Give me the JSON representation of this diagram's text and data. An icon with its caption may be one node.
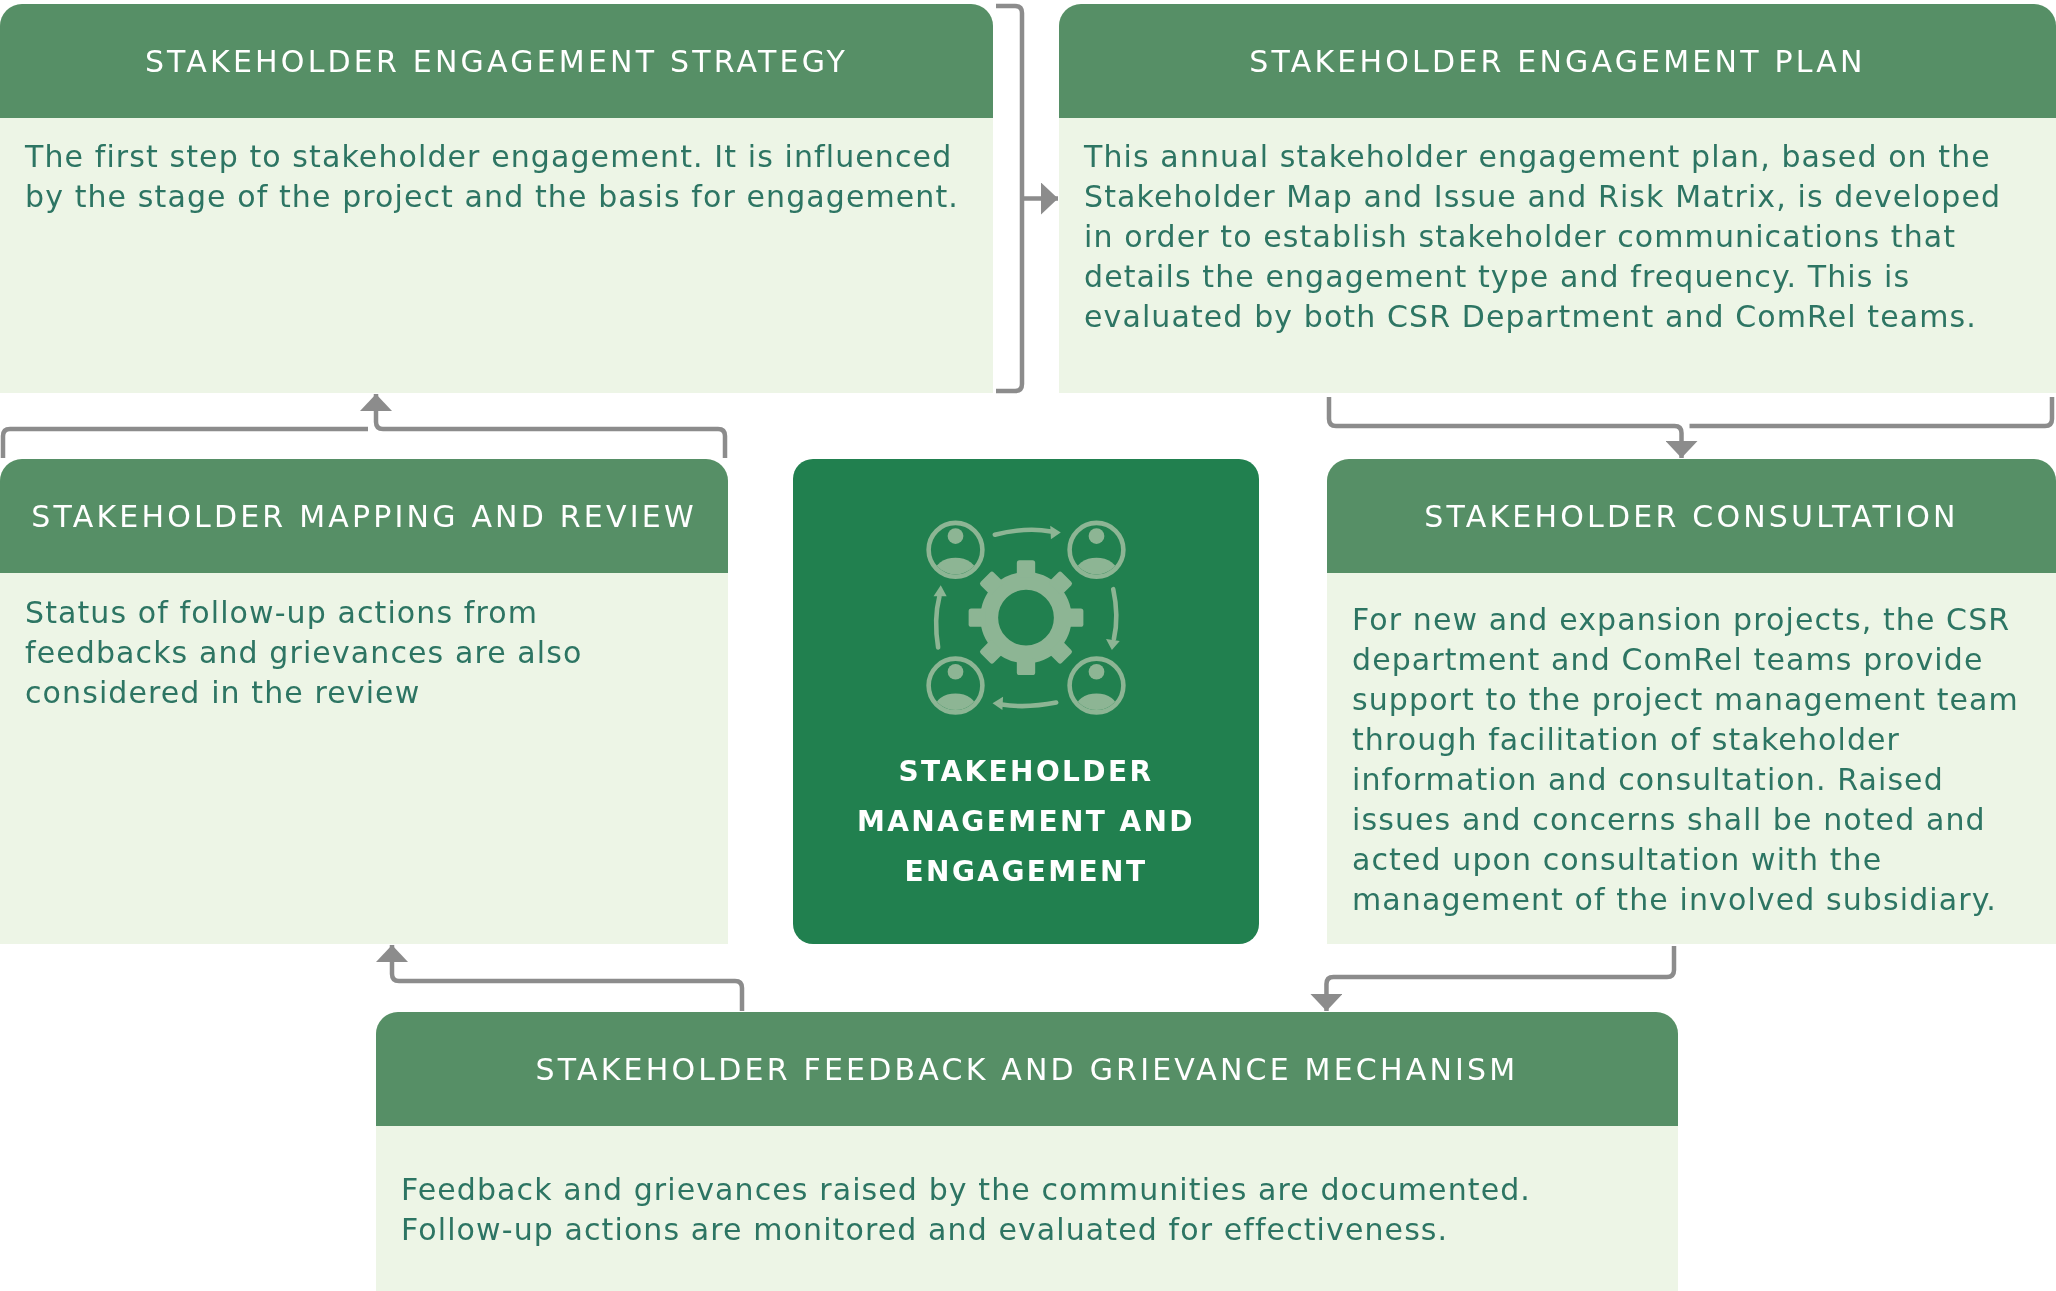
{
  "diagram": {
    "nodes": [
      {
        "text": [
          "STAKEHOLDER ENGAGEMENT STRATEGY",
          "The first step to stakeholder engagement. It is influenced by the stage of the project and the basis for engagement."
        ]
      },
      {
        "text": [
          "STAKEHOLDER ENGAGEMENT PLAN",
          "This annual stakeholder engagement plan, based on the Stakeholder Map and Issue and Risk Matrix, is developed in order to establish stakeholder communications that details the engagement type and frequency. This is evaluated by both CSR Department and ComRel teams."
        ]
      },
      {
        "text": [
          "STAKEHOLDER MAPPING AND REVIEW",
          "Status of follow-up actions from feedbacks and grievances are also considered in the review"
        ]
      },
      {
        "text": [
          "STAKEHOLDER MANAGEMENT AND ENGAGEMENT"
        ]
      },
      {
        "text": [
          "STAKEHOLDER CONSULTATION",
          "For new and expansion projects, the CSR department and ComRel teams provide support to the project management team through facilitation of stakeholder information and consultation. Raised issues and concerns shall be noted and acted upon consultation with the management of the involved subsidiary."
        ]
      },
      {
        "text": [
          "STAKEHOLDER FEEDBACK AND GRIEVANCE MECHANISM",
          "Feedback and grievances raised by the communities are documented. Follow-up actions are monitored and evaluated for effectiveness."
        ]
      }
    ],
    "edges": [
      {
        "from": 0,
        "to": 1,
        "arrow": "to"
      },
      {
        "from": 1,
        "to": 4,
        "arrow": "to"
      },
      {
        "from": 4,
        "to": 5,
        "arrow": "to"
      },
      {
        "from": 5,
        "to": 2,
        "arrow": "to"
      },
      {
        "from": 2,
        "to": 0,
        "arrow": "to"
      }
    ]
  }
}
